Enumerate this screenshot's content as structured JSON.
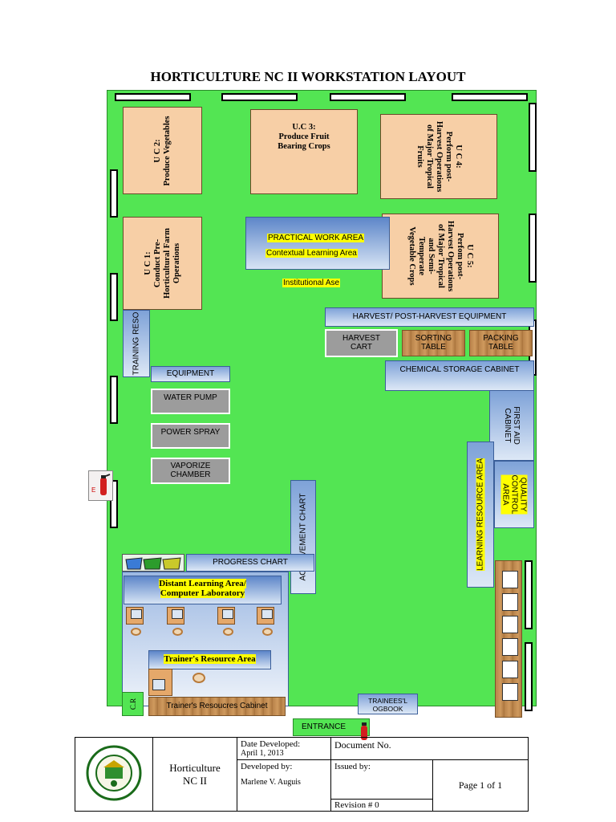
{
  "title": "HORTICULTURE NC II WORKSTATION LAYOUT",
  "units": {
    "uc2": "U C 2:\nProduce Vegetables",
    "uc3": "U.C 3:\nProduce Fruit\nBearing Crops",
    "uc4": "U C 4:\nPerform post-\nHarvest Operations\nof Major Tropical\nFruits",
    "uc1": "U C 1:\nConduct Pre-\nHorticultural Farm\nOperations",
    "uc5": "U C 5:\nPerfom post-\nHarvest Operations\nof Major Tropical\nand Semi-\nTemperate\nVegetable Crops"
  },
  "practical": {
    "title": "PRACTICAL WORK AREA",
    "contextual": "Contextual Learning Area",
    "institutional": "Institutional Ase"
  },
  "harvest": {
    "header": "HARVEST/ POST-HARVEST EQUIPMENT",
    "cart": "HARVEST\nCART",
    "sorting": "SORTING\nTABLE",
    "packing": "PACKING\nTABLE"
  },
  "chemical": "CHEMICAL STORAGE CABINET",
  "first_aid": "FIRST AID\nCABINET",
  "quality": "QUALITY\nCONTROL\nAREA",
  "learning_resource": "LEARNING RESOURCE AREA",
  "training_resource": "TRAINING RESO",
  "equipment": {
    "label": "EQUIPMENT",
    "water_pump": "WATER PUMP",
    "power_spray": "POWER SPRAY",
    "vaporize": "VAPORIZE\nCHAMBER"
  },
  "achievement_chart": "ACHIEVEMENT CHART",
  "progress_chart": "PROGRESS CHART",
  "distant": "Distant Learning Area/\nComputer Laboratory",
  "trainers_area": "Trainer's Resource Area",
  "trainers_cabinet": "Trainer's Resoucres Cabinet",
  "cr": "C.R",
  "entrance": "ENTRANCE",
  "trainees_logbook": "TRAINEES'L\nOGBOOK",
  "footer": {
    "course_line1": "Horticulture",
    "course_line2": "NC II",
    "date_label": "Date Developed:",
    "date_value": "April 1, 2013",
    "developed_label": "Developed by:",
    "developer": "Marlene V. Auguis",
    "document_no": "Document No.",
    "issued_by": "Issued by:",
    "revision": "Revision # 0",
    "page": "Page 1 of 1"
  }
}
